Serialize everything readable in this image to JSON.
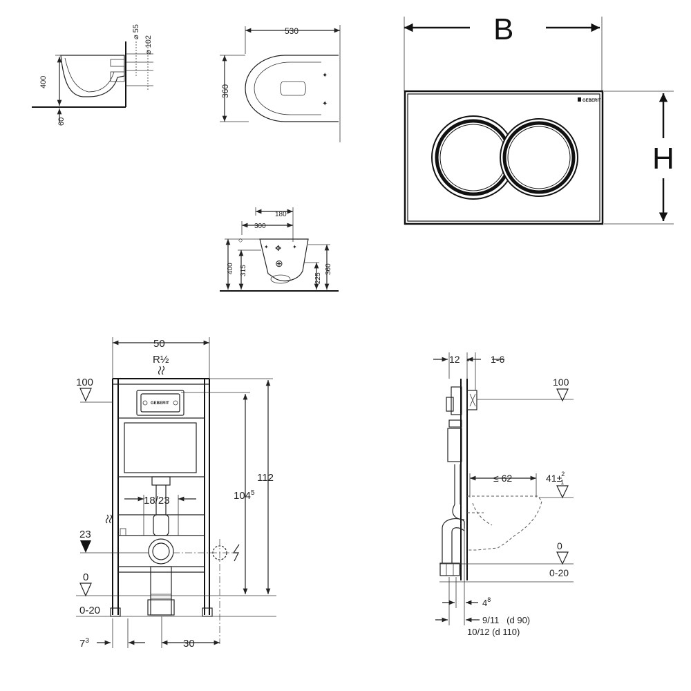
{
  "toilet_side_view": {
    "d55": "⌀ 55",
    "d102": "⌀ 102",
    "h400": "400",
    "h60": "60"
  },
  "toilet_top_view": {
    "w530": "530",
    "w360": "360"
  },
  "flush_plate": {
    "b_label": "B",
    "h_label": "H",
    "brand": "GEBERIT"
  },
  "toilet_front_view": {
    "w180": "180",
    "w300": "300",
    "h400": "400",
    "h315": "315",
    "h225": "225",
    "h360": "360"
  },
  "frame_front_view": {
    "w50": "50",
    "r_half": "R½",
    "lvl100": "100",
    "lvl23": "23",
    "lvl0": "0",
    "lvl0_20": "0-20",
    "h18_23": "18/23",
    "h104_base": "104",
    "h104_sup": "5",
    "h112": "112",
    "b7_base": "7",
    "b7_sup": "3",
    "b30": "30"
  },
  "frame_side_view": {
    "t12": "12",
    "t1_6": "1-6",
    "lvl100": "100",
    "le62": "≤ 62",
    "h41_base": "41",
    "h41_tol": "±",
    "h41_sup": "2",
    "h41_sub": "1",
    "lvl0": "0",
    "lvl0_20": "0-20",
    "b4_base": "4",
    "b4_sup": "8",
    "d90": "9/11   (d 90)",
    "d110": "10/12 (d 110)"
  }
}
